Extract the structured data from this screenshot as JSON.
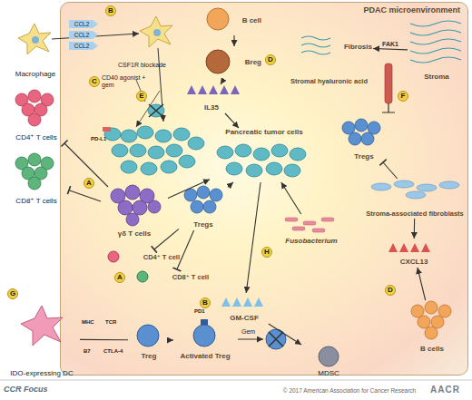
{
  "diagram": {
    "nodes": [
      {
        "text": [
          "PDAC microenvironment"
        ]
      },
      {
        "text": [
          "Macrophage"
        ]
      },
      {
        "text": [
          "CD4⁺ T cells"
        ]
      },
      {
        "text": [
          "CD8⁺ T cells"
        ]
      },
      {
        "text": [
          "B cell"
        ],
        "in": 0
      },
      {
        "text": [
          "Breg"
        ],
        "in": 0
      },
      {
        "text": [
          "IL35"
        ],
        "in": 0
      },
      {
        "text": [
          "Pancreatic tumor cells"
        ],
        "in": 0
      },
      {
        "text": [
          "Fibrosis"
        ],
        "in": 0
      },
      {
        "text": [
          "Stroma"
        ],
        "in": 0
      },
      {
        "text": [
          "Stromal hyaluronic acid"
        ],
        "in": 0
      },
      {
        "text": [
          "γδ T cells"
        ],
        "in": 0
      },
      {
        "text": [
          "Tregs"
        ],
        "in": 0
      },
      {
        "text": [
          "CD4⁺ T cell"
        ],
        "in": 0
      },
      {
        "text": [
          "CD8⁺ T cell"
        ],
        "in": 0
      },
      {
        "text": [
          "Fusobacterium"
        ],
        "in": 0
      },
      {
        "text": [
          "Tregs"
        ],
        "in": 0
      },
      {
        "text": [
          "Stroma-associated fibroblasts"
        ],
        "in": 0
      },
      {
        "text": [
          "GM-CSF"
        ],
        "in": 0
      },
      {
        "text": [
          "CXCL13"
        ],
        "in": 0
      },
      {
        "text": [
          "B cells"
        ],
        "in": 0
      },
      {
        "text": [
          "MDSC"
        ]
      },
      {
        "text": [
          "IDO-expressing DC"
        ]
      },
      {
        "text": [
          "Treg"
        ],
        "in": 0
      },
      {
        "text": [
          "Activated Treg"
        ],
        "in": 0
      }
    ],
    "edges": [
      {
        "from": 22,
        "to": 23,
        "arrow": "none"
      },
      {
        "from": 23,
        "to": 24,
        "arrow": "to"
      },
      {
        "from": 4,
        "to": 5,
        "arrow": "to"
      },
      {
        "from": 5,
        "to": 6,
        "arrow": "to"
      },
      {
        "from": 6,
        "to": 7,
        "arrow": "to"
      },
      {
        "from": 11,
        "to": 7,
        "arrow": "to"
      },
      {
        "from": 11,
        "to": 3,
        "arrow": "to"
      },
      {
        "from": 11,
        "to": 2,
        "arrow": "to"
      },
      {
        "from": 12,
        "to": 13,
        "arrow": "to"
      },
      {
        "from": 12,
        "to": 14,
        "arrow": "to"
      },
      {
        "from": 12,
        "to": 7,
        "arrow": "to"
      },
      {
        "from": 15,
        "to": 7,
        "arrow": "to"
      },
      {
        "from": 9,
        "to": 8,
        "label": "FAK1",
        "arrow": "to"
      },
      {
        "from": 7,
        "to": 18,
        "arrow": "to"
      },
      {
        "from": 17,
        "to": 16,
        "arrow": "to"
      },
      {
        "from": 17,
        "to": 19,
        "arrow": "to"
      },
      {
        "from": 20,
        "to": 19,
        "arrow": "to"
      },
      {
        "from": 18,
        "to": 21,
        "arrow": "to"
      }
    ],
    "labels": [
      "CCL2",
      "CCL2",
      "CCL2",
      "B",
      "C",
      "CD40 agonist + gem",
      "A",
      "D",
      "F",
      "CSF1R blockade",
      "E",
      "PD-L1",
      "A",
      "H",
      "B",
      "D",
      "G",
      "MHC",
      "TCR",
      "B7",
      "CTLA-4",
      "PD1",
      "Gem",
      "© 2017 American Association for Cancer Research",
      "CCR Focus",
      "AACR"
    ]
  }
}
